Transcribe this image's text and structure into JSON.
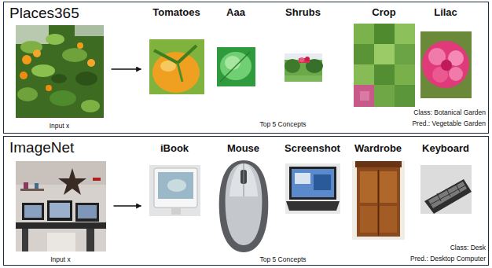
{
  "diagram": {
    "nodes": [
      {
        "text": [
          "Places365"
        ]
      },
      {
        "text": [
          "Input x"
        ],
        "in": 0
      },
      {
        "text": [
          "Tomatoes"
        ],
        "in": 0
      },
      {
        "text": [
          "Aaa"
        ],
        "in": 0
      },
      {
        "text": [
          "Shrubs"
        ],
        "in": 0
      },
      {
        "text": [
          "Crop"
        ],
        "in": 0
      },
      {
        "text": [
          "Lilac"
        ],
        "in": 0
      },
      {
        "text": [
          "ImageNet"
        ]
      },
      {
        "text": [
          "Input x"
        ],
        "in": 7
      },
      {
        "text": [
          "iBook"
        ],
        "in": 7
      },
      {
        "text": [
          "Mouse"
        ],
        "in": 7
      },
      {
        "text": [
          "Screenshot"
        ],
        "in": 7
      },
      {
        "text": [
          "Wardrobe"
        ],
        "in": 7
      },
      {
        "text": [
          "Keyboard"
        ],
        "in": 7
      }
    ],
    "edges": [
      {
        "from": 1,
        "to": 2,
        "arrow": "to"
      },
      {
        "from": 8,
        "to": 9,
        "arrow": "to"
      }
    ],
    "labels": [
      "Top 5 Concepts",
      "Class: Botanical Garden",
      "Pred.: Vegetable Garden",
      "Top 5 Concepts",
      "Class: Desk",
      "Pred.: Desktop Computer"
    ]
  }
}
